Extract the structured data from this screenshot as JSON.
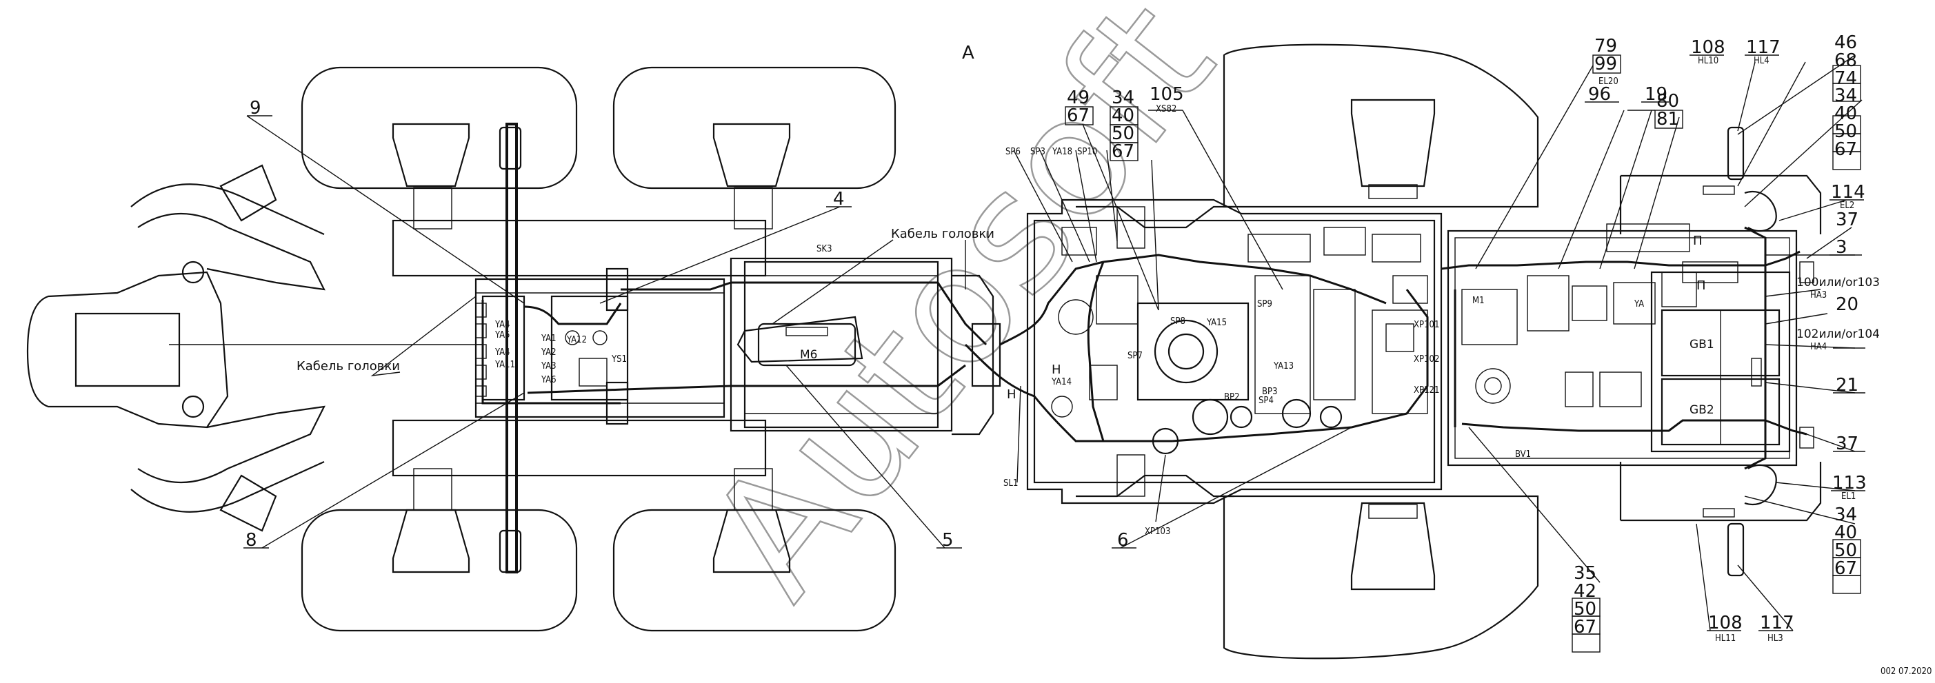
{
  "view_letter": "A",
  "cable_labels": [
    "Кабель головки",
    "Кабель головки"
  ],
  "watermark": "Autosoft",
  "date_stamp": "002 07.2020",
  "callouts": {
    "c9": "9",
    "c4": "4",
    "c8": "8",
    "c5": "5",
    "c6": "6",
    "c49": "49",
    "c67a": "67",
    "c34a": "34",
    "c40a": "40",
    "c50a": "50",
    "c67b": "67",
    "c105": "105",
    "c105s": "XS82",
    "c79": "79",
    "c99": "99",
    "c99s": "EL20",
    "c96": "96",
    "c19": "19",
    "c80": "80",
    "c81": "81",
    "c108a": "108",
    "c108as": "HL10",
    "c117a": "117",
    "c117as": "HL4",
    "c46": "46",
    "c68": "68",
    "c74": "74",
    "c34b": "34",
    "c40b": "40",
    "c50b": "50",
    "c67c": "67",
    "c114": "114",
    "c114s": "EL2",
    "c37a": "37",
    "c3": "3",
    "c100": "100или/or103",
    "c100s": "HA3",
    "c20": "20",
    "c102": "102или/or104",
    "c102s": "HA4",
    "c21": "21",
    "c37b": "37",
    "c113": "113",
    "c113s": "EL1",
    "c34c": "34",
    "c40c": "40",
    "c50c": "50",
    "c67d": "67",
    "c35": "35",
    "c42": "42",
    "c50d": "50",
    "c67e": "67",
    "c108b": "108",
    "c108bs": "HL11",
    "c117b": "117",
    "c117bs": "HL3"
  },
  "components": {
    "sp6": "SP6",
    "sp3": "SP3",
    "ya18": "YA18",
    "sp10": "SP10",
    "sk3": "SK3",
    "m6": "M6",
    "ya4": "YA4",
    "ya5": "YA5",
    "ya1": "YA1",
    "ya12": "YA12",
    "ys1": "YS1",
    "ya2": "YA2",
    "ya3": "YA3",
    "ya11": "YA11",
    "ya6": "YA6",
    "sp9": "SP9",
    "sp8": "SP8",
    "ya15": "YA15",
    "sp7": "SP7",
    "ya13": "YA13",
    "sp4": "SP4",
    "bp2": "BP2",
    "bp3": "BP3",
    "ya14": "YA14",
    "sl1": "SL1",
    "xp103": "XP103",
    "xp101": "XP101",
    "xp102": "XP102",
    "xp121": "XP121",
    "bv1": "BV1",
    "m1": "M1",
    "ya": "YA",
    "gb1": "GB1",
    "gb2": "GB2",
    "p1": "П",
    "p2": "П",
    "n1": "Н",
    "n2": "Н"
  }
}
